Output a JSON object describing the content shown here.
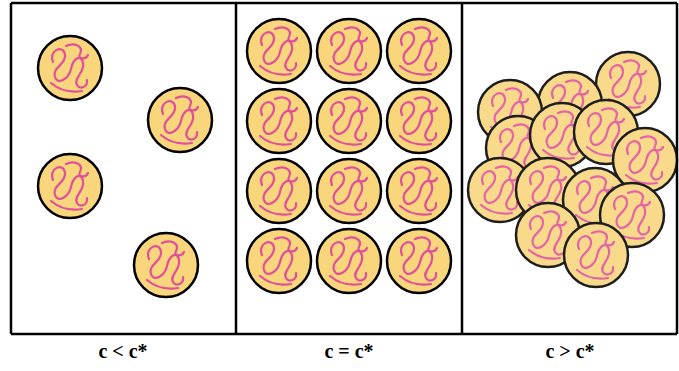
{
  "diagram": {
    "labels": [
      "c < c*",
      "c = c*",
      "c > c*"
    ]
  }
}
